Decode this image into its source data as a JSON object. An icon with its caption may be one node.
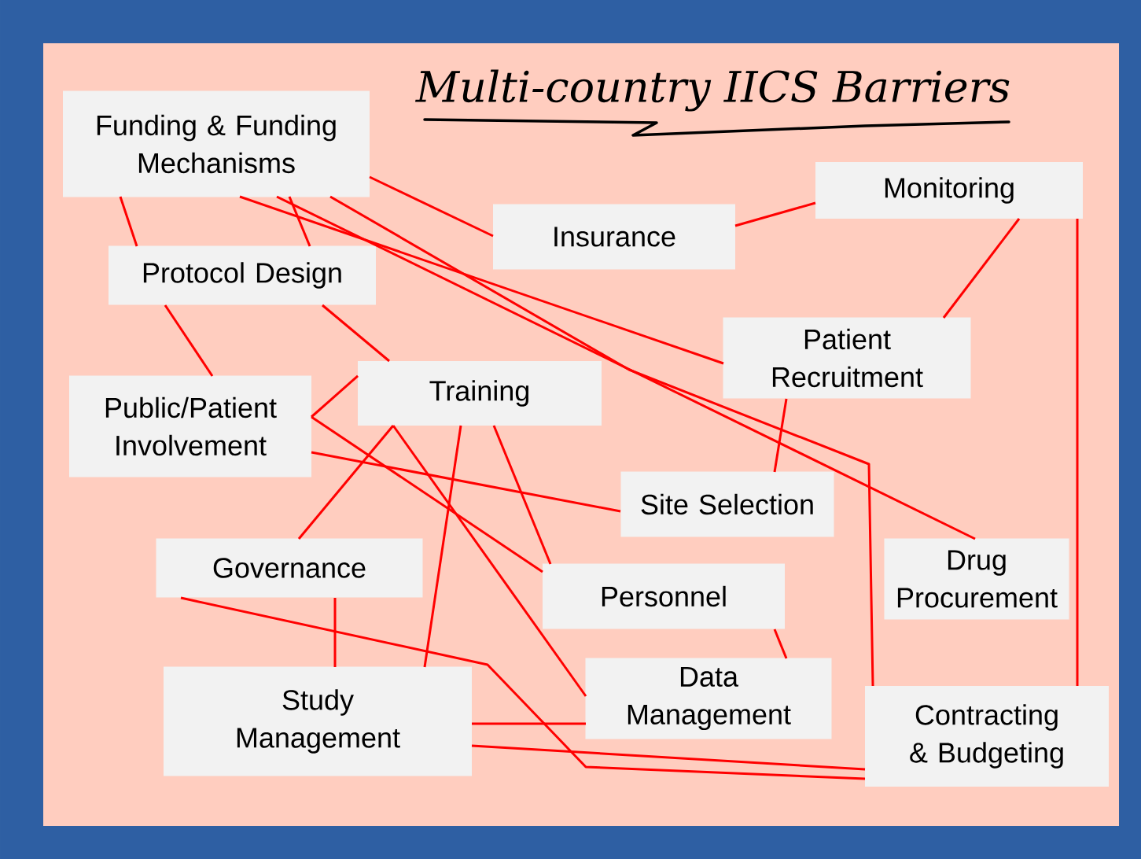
{
  "diagram": {
    "title": "Multi-country IICS Barriers",
    "nodes": [
      {
        "text": [
          "Funding & Funding Mechanisms"
        ]
      },
      {
        "text": [
          "Insurance"
        ]
      },
      {
        "text": [
          "Monitoring"
        ]
      },
      {
        "text": [
          "Protocol Design"
        ]
      },
      {
        "text": [
          "Patient Recruitment"
        ]
      },
      {
        "text": [
          "Public/Patient Involvement"
        ]
      },
      {
        "text": [
          "Training"
        ]
      },
      {
        "text": [
          "Site Selection"
        ]
      },
      {
        "text": [
          "Governance"
        ]
      },
      {
        "text": [
          "Drug Procurement"
        ]
      },
      {
        "text": [
          "Personnel"
        ]
      },
      {
        "text": [
          "Data Management"
        ]
      },
      {
        "text": [
          "Study Management"
        ]
      },
      {
        "text": [
          "Contracting & Budgeting"
        ]
      }
    ],
    "edges": [
      {
        "from": 0,
        "to": 3,
        "arrow": "none"
      },
      {
        "from": 0,
        "to": 3,
        "arrow": "none"
      },
      {
        "from": 0,
        "to": 1,
        "arrow": "none"
      },
      {
        "from": 0,
        "to": 4,
        "arrow": "none"
      },
      {
        "from": 0,
        "to": 9,
        "arrow": "none"
      },
      {
        "from": 0,
        "to": 13,
        "arrow": "none"
      },
      {
        "from": 1,
        "to": 2,
        "arrow": "none"
      },
      {
        "from": 2,
        "to": 4,
        "arrow": "none"
      },
      {
        "from": 2,
        "to": 13,
        "arrow": "none"
      },
      {
        "from": 3,
        "to": 5,
        "arrow": "none"
      },
      {
        "from": 3,
        "to": 6,
        "arrow": "none"
      },
      {
        "from": 4,
        "to": 7,
        "arrow": "none"
      },
      {
        "from": 6,
        "to": 5,
        "arrow": "none"
      },
      {
        "from": 5,
        "to": 10,
        "arrow": "none"
      },
      {
        "from": 5,
        "to": 7,
        "arrow": "none"
      },
      {
        "from": 6,
        "to": 8,
        "arrow": "none"
      },
      {
        "from": 6,
        "to": 11,
        "arrow": "none"
      },
      {
        "from": 6,
        "to": 12,
        "arrow": "none"
      },
      {
        "from": 6,
        "to": 10,
        "arrow": "none"
      },
      {
        "from": 8,
        "to": 12,
        "arrow": "none"
      },
      {
        "from": 8,
        "to": 13,
        "arrow": "none"
      },
      {
        "from": 10,
        "to": 11,
        "arrow": "none"
      },
      {
        "from": 12,
        "to": 11,
        "arrow": "none"
      },
      {
        "from": 12,
        "to": 13,
        "arrow": "none"
      }
    ]
  }
}
